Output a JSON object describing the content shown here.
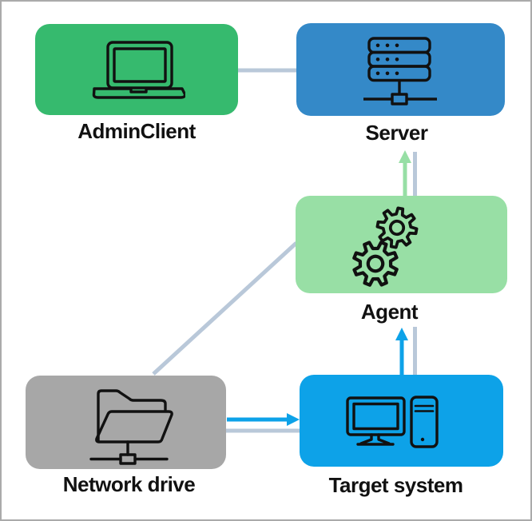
{
  "diagram": {
    "description": "Architecture diagram with five nodes connected by flow arrows and link lines"
  },
  "nodes": [
    {
      "id": "adminclient",
      "label": "AdminClient",
      "icon": "laptop-icon",
      "color": "#36ba6e"
    },
    {
      "id": "server",
      "label": "Server",
      "icon": "server-rack-icon",
      "color": "#3489c8"
    },
    {
      "id": "agent",
      "label": "Agent",
      "icon": "gears-icon",
      "color": "#98dfa5"
    },
    {
      "id": "networkdrive",
      "label": "Network drive",
      "icon": "network-folder-icon",
      "color": "#a7a7a7"
    },
    {
      "id": "targetsystem",
      "label": "Target system",
      "icon": "desktop-computer-icon",
      "color": "#0da2e8"
    }
  ],
  "connectors": [
    {
      "from": "AdminClient",
      "to": "Server",
      "type": "line",
      "color_key": "link_gray"
    },
    {
      "from": "Network drive",
      "to": "Agent",
      "type": "line",
      "color_key": "link_gray"
    },
    {
      "from": "Agent",
      "to": "Server",
      "type": "arrow",
      "color_key": "flow_green"
    },
    {
      "from": "Server",
      "to": "Agent",
      "type": "line",
      "color_key": "link_gray"
    },
    {
      "from": "Target system",
      "to": "Agent",
      "type": "arrow",
      "color_key": "flow_blue"
    },
    {
      "from": "Agent",
      "to": "Target system",
      "type": "line",
      "color_key": "link_gray"
    },
    {
      "from": "Network drive",
      "to": "Target system",
      "type": "arrow",
      "color_key": "flow_blue"
    },
    {
      "from": "Network drive",
      "to": "Target system",
      "type": "line",
      "color_key": "link_gray"
    }
  ],
  "colors": {
    "link_gray": "#b9c8d9",
    "flow_green": "#97dfa5",
    "flow_blue": "#0da2e8",
    "icon_stroke": "#111111",
    "label_text": "#111111",
    "frame_border": "#aaaaaa",
    "background": "#ffffff"
  }
}
